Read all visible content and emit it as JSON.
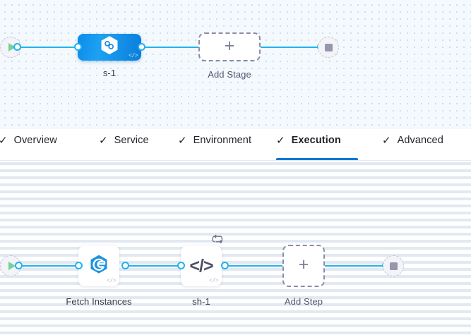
{
  "stage_canvas": {
    "name": "pipeline-stage-canvas",
    "start_node": {
      "icon": "play-icon",
      "title": "Pipeline Start"
    },
    "end_node": {
      "icon": "stop-icon",
      "title": "Pipeline End"
    },
    "stage": {
      "label": "s-1",
      "icon": "service-hexagon-icon",
      "code_badge": "</>"
    },
    "add_stage": {
      "label": "Add Stage",
      "icon": "plus-icon"
    }
  },
  "tabs": {
    "check_glyph": "✓",
    "items": [
      {
        "label": "Overview",
        "active": false
      },
      {
        "label": "Service",
        "active": false
      },
      {
        "label": "Environment",
        "active": false
      },
      {
        "label": "Execution",
        "active": true
      },
      {
        "label": "Advanced",
        "active": false
      }
    ],
    "active_underline_color": "#0278D5"
  },
  "step_canvas": {
    "name": "execution-step-canvas",
    "start_node": {
      "icon": "play-icon",
      "title": "Execution Start"
    },
    "end_node": {
      "icon": "stop-icon",
      "title": "Execution End"
    },
    "steps": [
      {
        "label": "Fetch Instances",
        "icon": "azure-fetch-instances-icon",
        "code_badge": "</>",
        "has_loop": false
      },
      {
        "label": "sh-1",
        "icon": "shell-script-icon",
        "glyph": "</>",
        "code_badge": "</>",
        "has_loop": true,
        "loop_icon": "looping-strategy-icon"
      }
    ],
    "add_step": {
      "label": "Add Step",
      "icon": "plus-icon"
    }
  },
  "colors": {
    "edge": "#1FB3F0",
    "port_fill": "#FFFFFF",
    "stage_gradient_start": "#0B8CE9",
    "stage_gradient_end": "#0B7DDB",
    "accent_blue": "#0278D5",
    "play_green": "#6FD49A",
    "stop_gray": "#9697AB",
    "dashed_border": "#8B8DA6",
    "label_text": "#383946",
    "stage_canvas_bg": "#F3F9FD",
    "step_canvas_bg": "#FFFFFF"
  }
}
